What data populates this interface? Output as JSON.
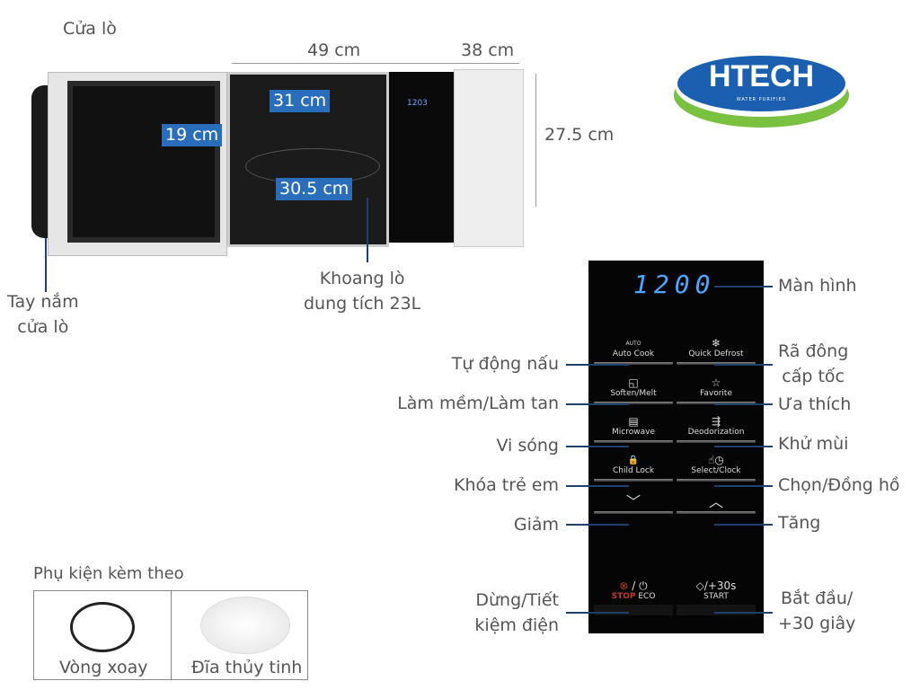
{
  "logo": {
    "text": "HTECH",
    "subtext": "WATER PURIFIER",
    "colors": {
      "blue": "#1a5fb0",
      "green": "#7ac142"
    }
  },
  "dimensions": {
    "width": "49 cm",
    "depth": "38 cm",
    "height": "27.5 cm",
    "inner_width": "31 cm",
    "inner_height": "19 cm",
    "turntable": "30.5 cm"
  },
  "mini_display": "1203",
  "labels": {
    "door": "Cửa lò",
    "handle": [
      "Tay nắm",
      "cửa lò"
    ],
    "cavity": [
      "Khoang lò",
      "dung tích 23L"
    ]
  },
  "panel": {
    "display": "1200",
    "buttons": [
      {
        "label": "Auto Cook",
        "icon": "AUTO"
      },
      {
        "label": "Quick Defrost",
        "icon": "❄"
      },
      {
        "label": "Soften/Melt",
        "icon": "◱"
      },
      {
        "label": "Favorite",
        "icon": "☆"
      },
      {
        "label": "Microwave",
        "icon": "▤"
      },
      {
        "label": "Deodorization",
        "icon": "⇶"
      },
      {
        "label": "Child Lock",
        "icon": "🔒"
      },
      {
        "label": "Select/Clock",
        "icon": "☝◷"
      },
      {
        "label": "",
        "icon": "﹀"
      },
      {
        "label": "",
        "icon": "︿"
      }
    ],
    "stop": {
      "label": "STOP",
      "eco": "ECO",
      "slash": "/"
    },
    "start": {
      "label": "START",
      "extra": "/+30s"
    }
  },
  "callouts_left": [
    "Tự động nấu",
    "Làm mềm/Làm tan",
    "Vi sóng",
    "Khóa trẻ em",
    "Giảm",
    [
      "Dừng/Tiết",
      "kiệm điện"
    ]
  ],
  "callouts_right": [
    "Màn hình",
    [
      "Rã đông",
      "cấp tốc"
    ],
    "Ưa thích",
    "Khử mùi",
    "Chọn/Đồng hồ",
    "Tăng",
    [
      "Bắt đầu/",
      "+30 giây"
    ]
  ],
  "accessories": {
    "title": "Phụ kiện kèm theo",
    "items": [
      "Vòng xoay",
      "Đĩa thủy tinh"
    ]
  }
}
